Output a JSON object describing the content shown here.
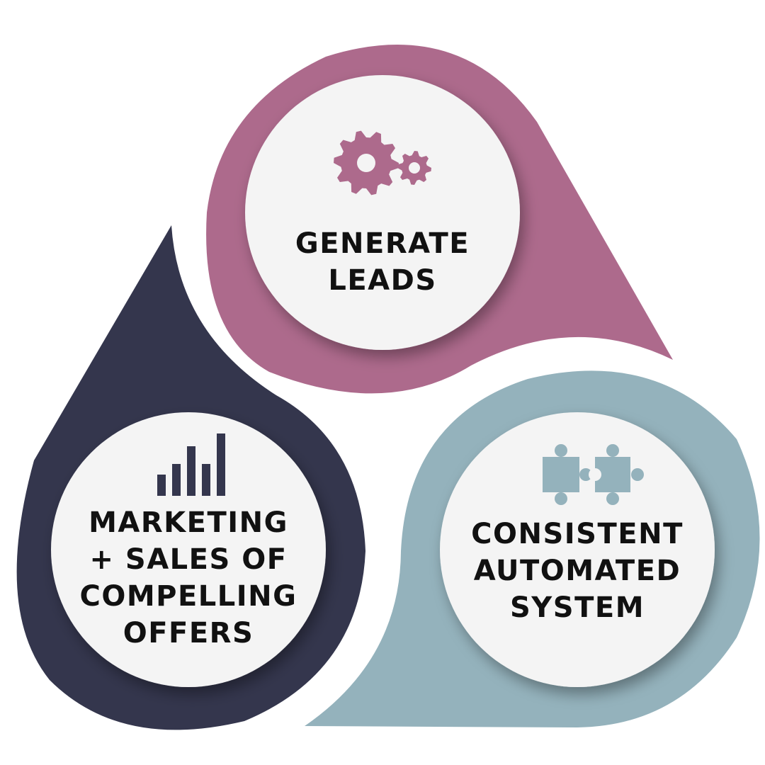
{
  "colors": {
    "top": "#ad6a8c",
    "left": "#34364d",
    "right": "#94b2bc",
    "inner": "#f4f4f4",
    "text": "#111111"
  },
  "nodes": [
    {
      "id": "generate-leads",
      "icon": "gears-icon",
      "lines": [
        "GENERATE",
        "LEADS"
      ]
    },
    {
      "id": "marketing-sales",
      "icon": "bar-chart-icon",
      "lines": [
        "MARKETING",
        "+ SALES OF",
        "COMPELLING",
        "OFFERS"
      ]
    },
    {
      "id": "consistent-system",
      "icon": "puzzle-icon",
      "lines": [
        "CONSISTENT",
        "AUTOMATED",
        "SYSTEM"
      ]
    }
  ]
}
